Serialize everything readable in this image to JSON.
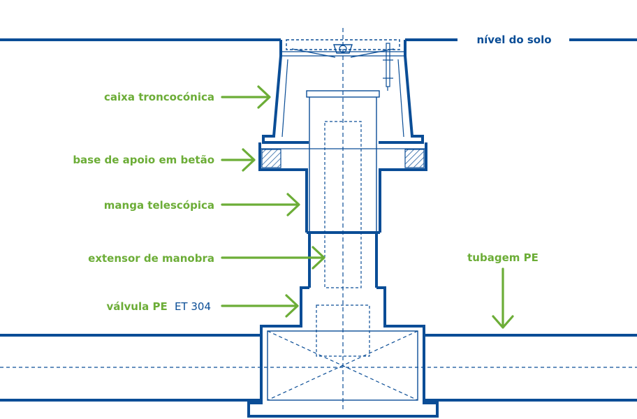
{
  "colors": {
    "structure": "#0a4d96",
    "label": "#6cad37",
    "background": "#ffffff"
  },
  "labels": {
    "ground_level": "nível do solo",
    "box": "caixa troncocónica",
    "base": "base de apoio em betão",
    "sleeve": "manga telescópica",
    "extender": "extensor de manobra",
    "valve_prefix": "válvula PE",
    "valve_code": "ET 304",
    "pipe": "tubagem PE"
  }
}
